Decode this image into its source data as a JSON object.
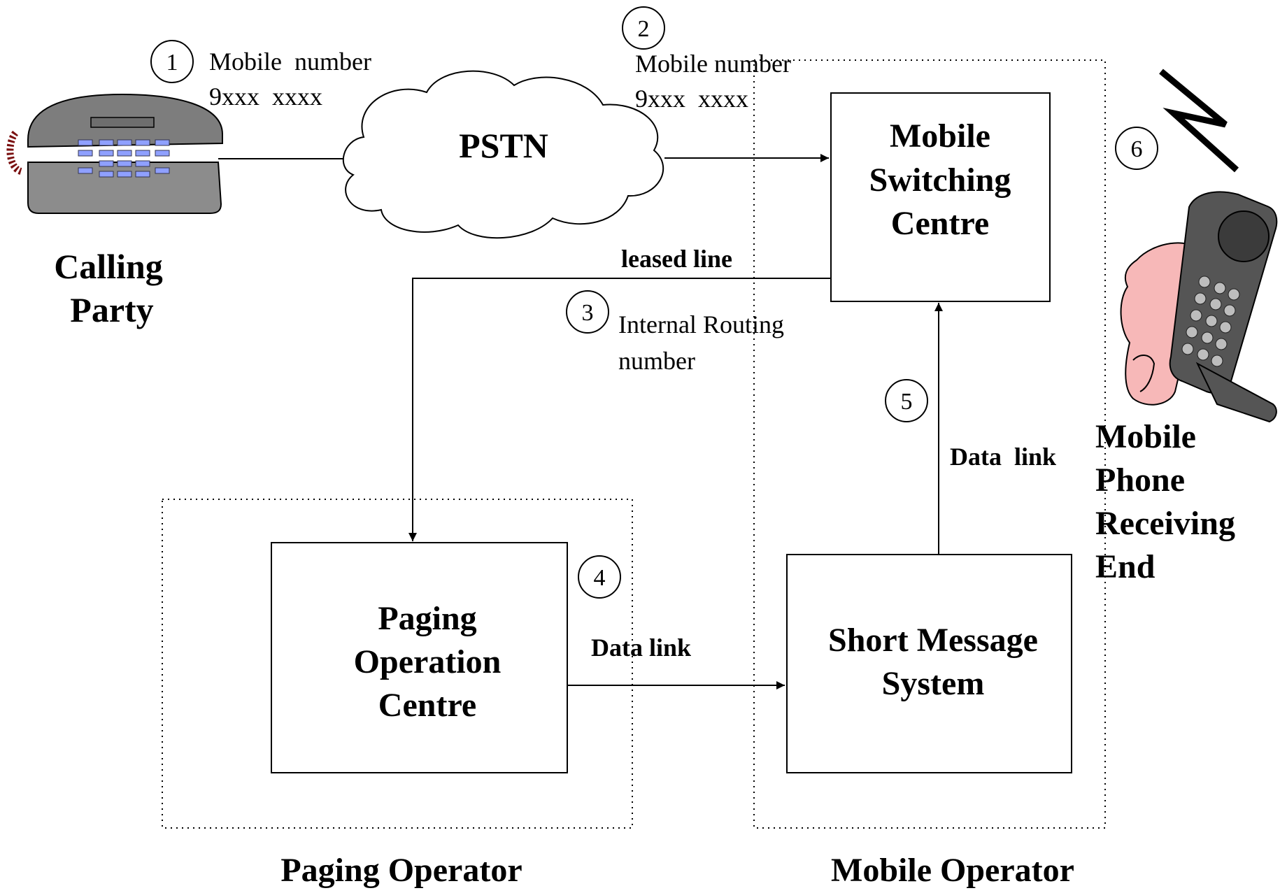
{
  "cloud": {
    "label": "PSTN"
  },
  "boxes": {
    "msc": [
      "Mobile",
      "Switching",
      "Centre"
    ],
    "poc": [
      "Paging",
      "Operation",
      "Centre"
    ],
    "sms": [
      "Short Message",
      "System"
    ]
  },
  "regions": {
    "paging_operator": "Paging Operator",
    "mobile_operator": "Mobile Operator"
  },
  "parties": {
    "calling": [
      "Calling",
      "Party"
    ],
    "receiving": [
      "Mobile",
      "Phone",
      "Receiving",
      "End"
    ]
  },
  "steps": {
    "s1": {
      "num": "1",
      "lines": [
        "Mobile  number",
        "9xxx  xxxx"
      ]
    },
    "s2": {
      "num": "2",
      "lines": [
        "Mobile number",
        "9xxx  xxxx"
      ]
    },
    "s3": {
      "num": "3",
      "lines": [
        "Internal Routing",
        "number"
      ]
    },
    "s4": {
      "num": "4"
    },
    "s5": {
      "num": "5"
    },
    "s6": {
      "num": "6"
    }
  },
  "links": {
    "leased": "leased line",
    "data_poc_sms": "Data link",
    "data_sms_msc": "Data  link"
  },
  "colors": {
    "phone_body": "#8c8c8c",
    "phone_keys": "#8fa0ff",
    "cord": "#7a1010",
    "skin": "#f7b8b8",
    "handset": "#555555"
  }
}
